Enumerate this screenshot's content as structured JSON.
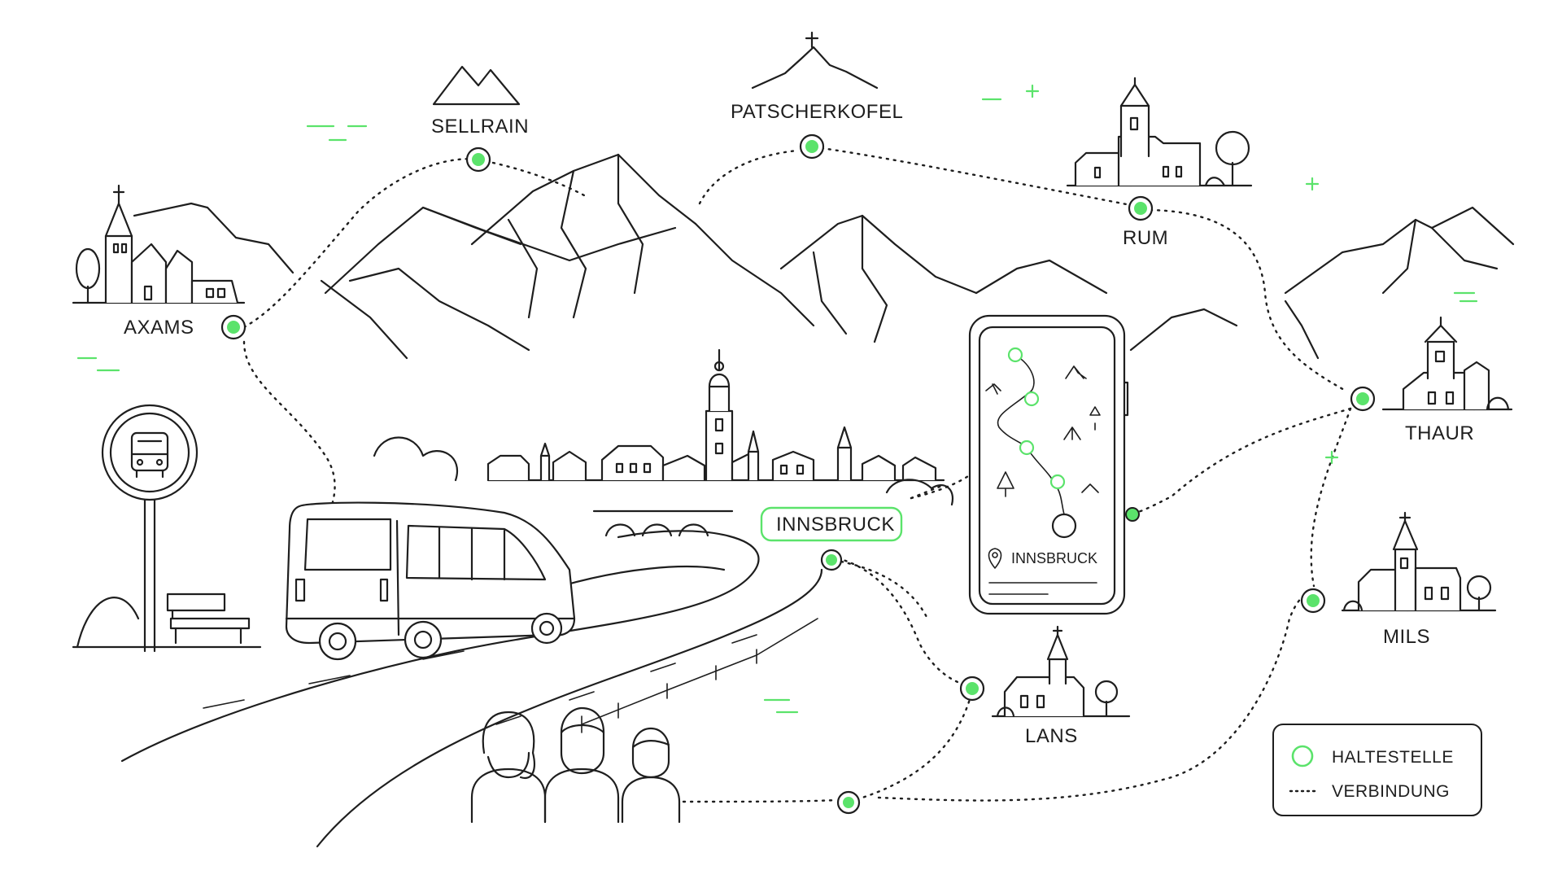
{
  "colors": {
    "line": "#1e1e1e",
    "stop_fill": "#5be36b",
    "stop_ring": "#1e1e1e",
    "accent_green": "#5be36b",
    "background": "#ffffff"
  },
  "places": {
    "sellrain": "SELLRAIN",
    "patscherkofel": "PATSCHERKOFEL",
    "rum": "RUM",
    "axams": "AXAMS",
    "thaur": "THAUR",
    "innsbruck": "INNSBRUCK",
    "mils": "MILS",
    "lans": "LANS"
  },
  "phone": {
    "location_label": "INNSBRUCK",
    "location_icon": "map-pin-icon"
  },
  "legend": {
    "stop_label": "HALTESTELLE",
    "connection_label": "VERBINDUNG"
  },
  "icons": {
    "bus_stop_sign": "bus-icon",
    "minibus": "minibus-icon",
    "bench": "bench-icon",
    "passengers": "people-icon"
  }
}
